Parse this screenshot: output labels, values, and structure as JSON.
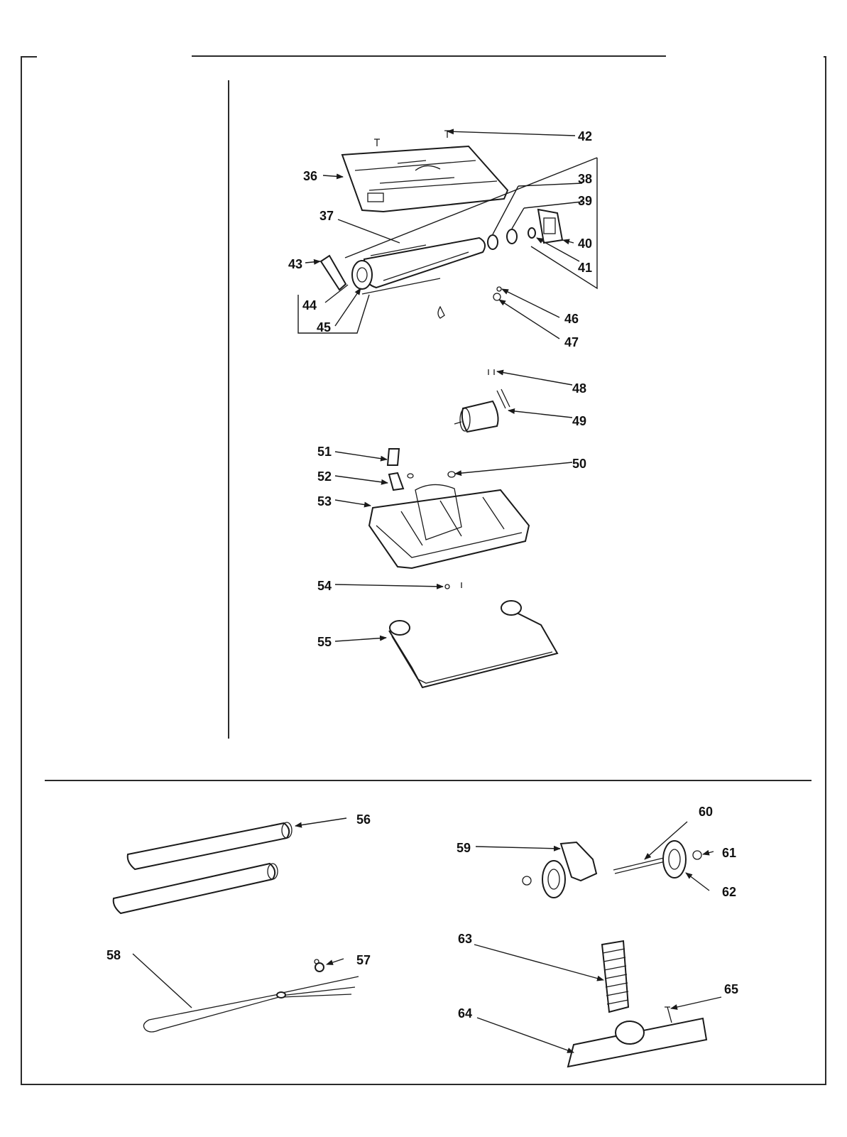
{
  "parts": [
    {
      "id": "p36",
      "label": "36"
    },
    {
      "id": "p37",
      "label": "37"
    },
    {
      "id": "p38",
      "label": "38"
    },
    {
      "id": "p39",
      "label": "39"
    },
    {
      "id": "p40",
      "label": "40"
    },
    {
      "id": "p41",
      "label": "41"
    },
    {
      "id": "p42",
      "label": "42"
    },
    {
      "id": "p43",
      "label": "43"
    },
    {
      "id": "p44",
      "label": "44"
    },
    {
      "id": "p45",
      "label": "45"
    },
    {
      "id": "p46",
      "label": "46"
    },
    {
      "id": "p47",
      "label": "47"
    },
    {
      "id": "p48",
      "label": "48"
    },
    {
      "id": "p49",
      "label": "49"
    },
    {
      "id": "p50",
      "label": "50"
    },
    {
      "id": "p51",
      "label": "51"
    },
    {
      "id": "p52",
      "label": "52"
    },
    {
      "id": "p53",
      "label": "53"
    },
    {
      "id": "p54",
      "label": "54"
    },
    {
      "id": "p55",
      "label": "55"
    },
    {
      "id": "p56",
      "label": "56"
    },
    {
      "id": "p57",
      "label": "57"
    },
    {
      "id": "p58",
      "label": "58"
    },
    {
      "id": "p59",
      "label": "59"
    },
    {
      "id": "p60",
      "label": "60"
    },
    {
      "id": "p61",
      "label": "61"
    },
    {
      "id": "p62",
      "label": "62"
    },
    {
      "id": "p63",
      "label": "63"
    },
    {
      "id": "p64",
      "label": "64"
    },
    {
      "id": "p65",
      "label": "65"
    }
  ]
}
